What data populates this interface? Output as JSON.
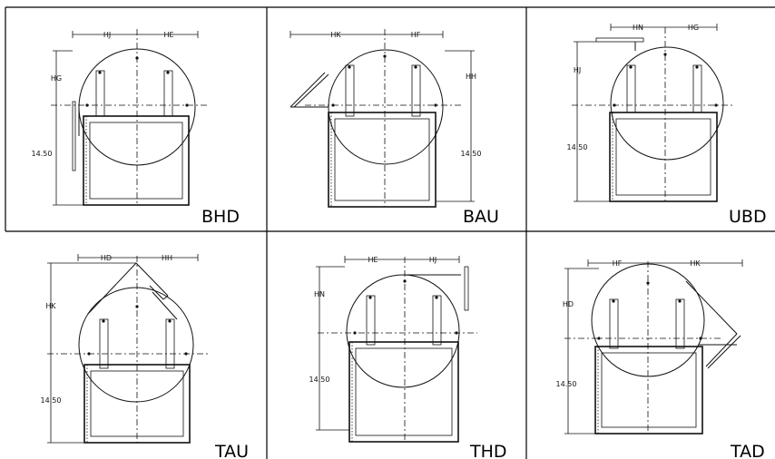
{
  "panels": [
    {
      "code": "BHD",
      "dims": {
        "h1": "HJ",
        "h2": "HE",
        "v1": "HG",
        "v2": "14.50"
      }
    },
    {
      "code": "BAU",
      "dims": {
        "h1": "HK",
        "h2": "HF",
        "v1": "HH",
        "v2": "14.50"
      }
    },
    {
      "code": "UBD",
      "dims": {
        "h1": "HN",
        "h2": "HG",
        "v1": "HJ",
        "v2": "14.50"
      }
    },
    {
      "code": "TAU",
      "dims": {
        "h1": "HD",
        "h2": "HH",
        "v1": "HK",
        "v2": "14.50"
      }
    },
    {
      "code": "THD",
      "dims": {
        "h1": "HE",
        "h2": "HJ",
        "v1": "HN",
        "v2": "14.50"
      }
    },
    {
      "code": "TAD",
      "dims": {
        "h1": "HF",
        "h2": "HK",
        "v1": "HD",
        "v2": "14.50"
      }
    }
  ]
}
